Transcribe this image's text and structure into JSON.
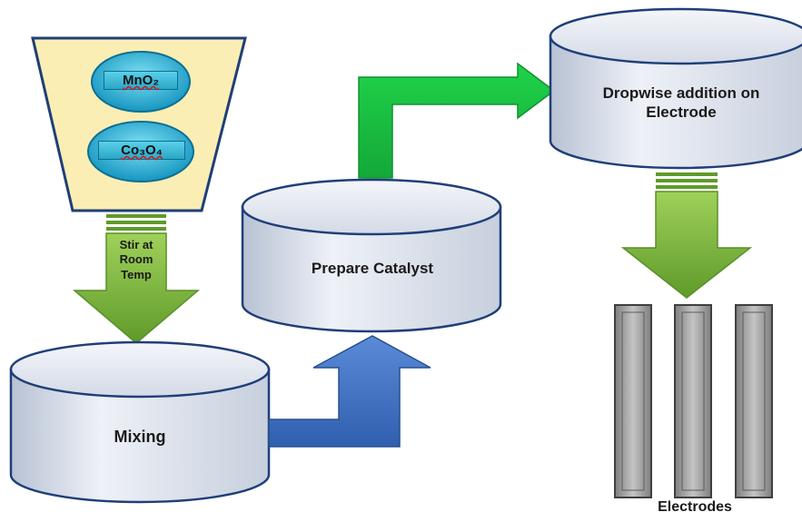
{
  "hopper": {
    "chemical_1": "MnO₂",
    "chemical_2": "Co₃O₄"
  },
  "steps": {
    "stir_label": "Stir at Room Temp",
    "mixing": "Mixing",
    "prepare_catalyst": "Prepare Catalyst",
    "dropwise_addition": "Dropwise addition on Electrode",
    "electrodes": "Electrodes"
  },
  "colors": {
    "cylinder_fill": "#dde3ee",
    "hopper_fill": "#fbeeb4",
    "green_arrow": "#74b23a",
    "blue_arrow": "#4472c4",
    "pill_blue": "#2ab0d8",
    "electrode_gray": "#a6a6a6"
  }
}
